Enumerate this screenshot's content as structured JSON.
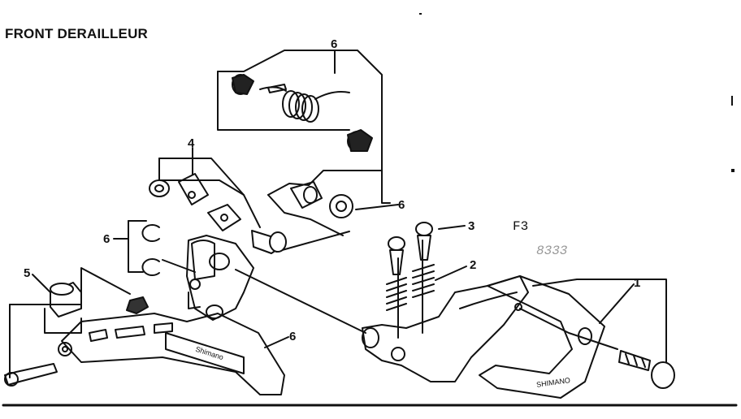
{
  "title": "FRONT DERAILLEUR",
  "figure_code": "F3",
  "faint_code": "8333",
  "callouts": {
    "c6_spring": "6",
    "c4": "4",
    "c6_right": "6",
    "c3": "3",
    "c6_left": "6",
    "c2": "2",
    "c1": "1",
    "c5": "5",
    "c6_bottom": "6"
  },
  "cage_text": "Shimano",
  "clamp_text": "SHIMANO"
}
